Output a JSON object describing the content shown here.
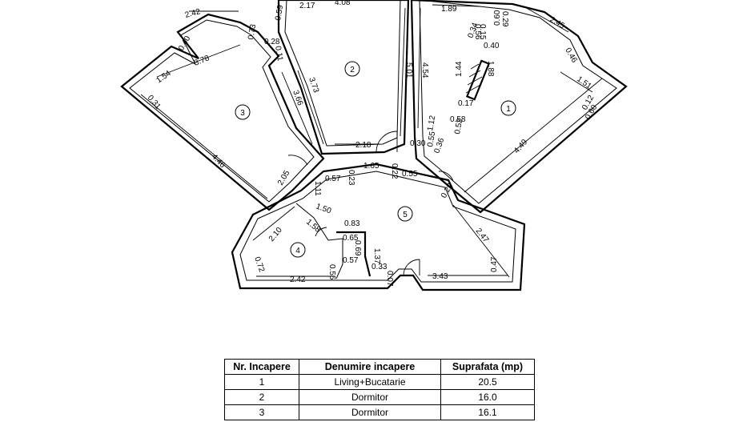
{
  "plan": {
    "rooms": [
      {
        "number": "1"
      },
      {
        "number": "2"
      },
      {
        "number": "3"
      },
      {
        "number": "4"
      },
      {
        "number": "5"
      }
    ],
    "dimensions": [
      "2.42",
      "0.73",
      "0.59",
      "2.17",
      "4.08",
      "1.89",
      "0.56",
      "0.29",
      "2.45",
      "0.40",
      "3.78",
      "0.28",
      "0.11",
      "0.15",
      "0.60",
      "0.34",
      "0.40",
      "0.46",
      "1.54",
      "3.66",
      "3.73",
      "5.01",
      "4.54",
      "1.44",
      "1.88",
      "1.51",
      "0.31",
      "0.17",
      "0.58",
      "1.12",
      "0.52",
      "4.49",
      "2.18",
      "0.30",
      "0.55",
      "0.36",
      "4.46",
      "2.05",
      "0.23",
      "1.65",
      "0.22",
      "1.11",
      "0.57",
      "0.55",
      "0.29",
      "1.50",
      "1.58",
      "0.83",
      "2.10",
      "0.65",
      "0.69",
      "1.37",
      "2.47",
      "0.57",
      "0.33",
      "0.72",
      "2.42",
      "0.55",
      "0.07",
      "3.43",
      "0.47",
      "0.12",
      "0.60"
    ]
  },
  "table": {
    "headers": [
      "Nr. Incapere",
      "Denumire incapere",
      "Suprafata (mp)"
    ],
    "rows": [
      {
        "nr": "1",
        "name": "Living+Bucatarie",
        "area": "20.5"
      },
      {
        "nr": "2",
        "name": "Dormitor",
        "area": "16.0"
      },
      {
        "nr": "3",
        "name": "Dormitor",
        "area": "16.1"
      }
    ]
  }
}
